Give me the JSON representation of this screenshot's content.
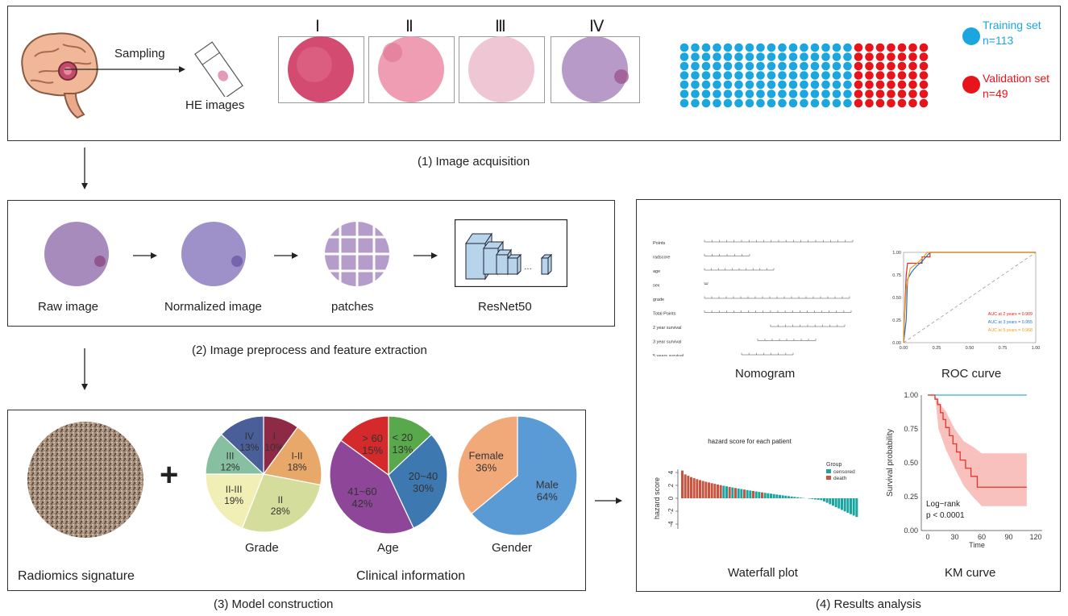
{
  "panel1": {
    "sampling": "Sampling",
    "he_images": "HE images",
    "romans": [
      "Ⅰ",
      "Ⅱ",
      "Ⅲ",
      "Ⅳ"
    ],
    "training_label": "Training set",
    "training_n": "n=113",
    "validation_label": "Validation set",
    "validation_n": "n=49",
    "caption": "(1) Image acquisition",
    "training_color": "#1ca6e0",
    "validation_color": "#e8141b"
  },
  "panel2": {
    "raw": "Raw image",
    "normalized": "Normalized image",
    "patches": "patches",
    "resnet": "ResNet50",
    "caption": "(2) Image preprocess and feature extraction"
  },
  "panel3": {
    "radiomics": "Radiomics signature",
    "plus": "+",
    "clinical": "Clinical information",
    "caption": "(3) Model construction",
    "grade_title": "Grade",
    "age_title": "Age",
    "gender_title": "Gender",
    "grade_slices": [
      {
        "label": "I",
        "pct": "10%",
        "value": 10,
        "color": "#8e2a45"
      },
      {
        "label": "I-II",
        "pct": "18%",
        "value": 18,
        "color": "#e8a86a"
      },
      {
        "label": "II",
        "pct": "28%",
        "value": 28,
        "color": "#d5dd9c"
      },
      {
        "label": "II-III",
        "pct": "19%",
        "value": 19,
        "color": "#f1efb5"
      },
      {
        "label": "III",
        "pct": "12%",
        "value": 12,
        "color": "#86c0a0"
      },
      {
        "label": "IV",
        "pct": "13%",
        "value": 13,
        "color": "#4a5e99"
      }
    ],
    "age_slices": [
      {
        "label": "< 20",
        "pct": "13%",
        "value": 13,
        "color": "#59a84b"
      },
      {
        "label": "20~40",
        "pct": "30%",
        "value": 30,
        "color": "#3d78b0"
      },
      {
        "label": "41~60",
        "pct": "42%",
        "value": 42,
        "color": "#8e4699"
      },
      {
        "label": "> 60",
        "pct": "15%",
        "value": 15,
        "color": "#d42a2c"
      }
    ],
    "gender_slices": [
      {
        "label": "Male",
        "pct": "64%",
        "value": 64,
        "color": "#5b9bd5"
      },
      {
        "label": "Female",
        "pct": "36%",
        "value": 36,
        "color": "#f2a97a"
      }
    ]
  },
  "panel4": {
    "caption": "(4) Results analysis",
    "nomogram": "Nomogram",
    "roc": "ROC curve",
    "waterfall": "Waterfall plot",
    "km": "KM curve",
    "nomo_rows": [
      "Points",
      "radscore",
      "age",
      "sex",
      "grade",
      "Total Points",
      "2 year survival",
      "3 year survival",
      "5 years survival"
    ],
    "roc_legend": [
      {
        "text": "AUC at 2 years = 0.909",
        "color": "#e2231a"
      },
      {
        "text": "AUC at 3 years = 0.955",
        "color": "#1f78c8"
      },
      {
        "text": "AUC at 5 years = 0.968",
        "color": "#f39c12"
      }
    ],
    "roc_ticks": [
      "0.00",
      "0.25",
      "0.50",
      "0.75",
      "1.00"
    ],
    "wf_title": "hazard score for each patient",
    "wf_ylabel": "hazard score",
    "wf_ticks": [
      "4",
      "2",
      "0",
      "-2",
      "-4"
    ],
    "wf_group": "Group",
    "wf_censored": "censored",
    "wf_death": "death",
    "km_ylabel": "Survival probability",
    "km_xlabel": "Time",
    "km_yticks": [
      "1.00",
      "0.75",
      "0.50",
      "0.25",
      "0.00"
    ],
    "km_xticks": [
      "0",
      "30",
      "60",
      "90",
      "120"
    ],
    "km_logrank": "Log−rank",
    "km_p": "p < 0.0001"
  }
}
